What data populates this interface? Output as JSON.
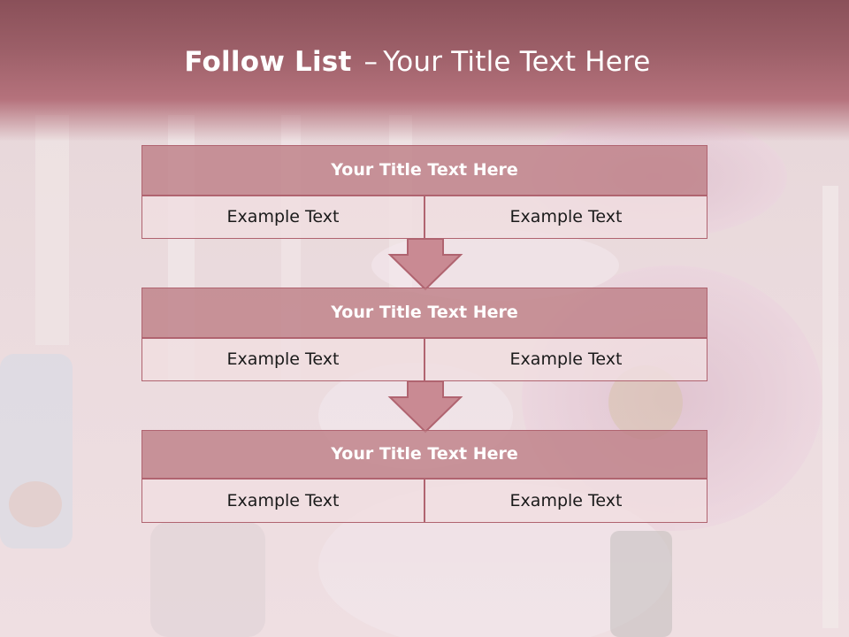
{
  "slide": {
    "title_bold": "Follow List",
    "title_separator": "–",
    "title_rest": "Your Title Text Here"
  },
  "steps": [
    {
      "title": "Your Title Text Here",
      "left_text": "Example Text",
      "right_text": "Example Text"
    },
    {
      "title": "Your Title Text Here",
      "left_text": "Example Text",
      "right_text": "Example Text"
    },
    {
      "title": "Your Title Text Here",
      "left_text": "Example Text",
      "right_text": "Example Text"
    }
  ],
  "colors": {
    "header": "#9c5f68",
    "box_title_fill": "#c78a92",
    "box_border": "#b06470",
    "box_cell_fill": "#f0dee0",
    "arrow_fill": "#c98a93"
  }
}
